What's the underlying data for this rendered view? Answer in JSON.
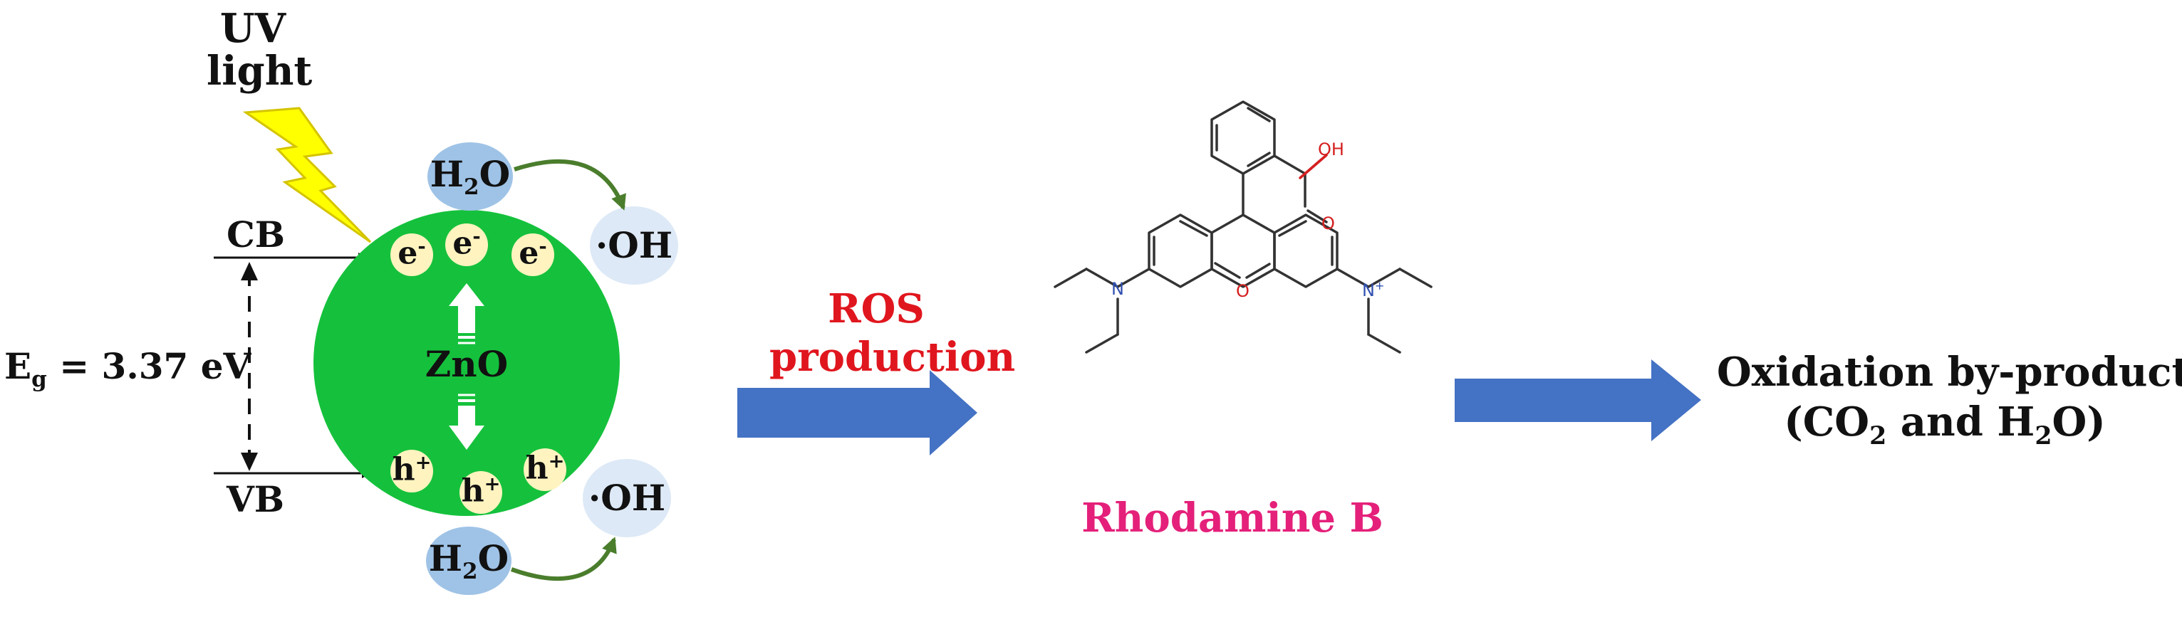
{
  "uv": {
    "line1": "UV",
    "line2": "light"
  },
  "bands": {
    "cb": "CB",
    "vb": "VB"
  },
  "gap": {
    "sym": "E",
    "sub": "g",
    "value": "= 3.37 eV"
  },
  "particle": {
    "label": "ZnO"
  },
  "electron": {
    "base": "e",
    "charge": "-"
  },
  "hole": {
    "base": "h",
    "charge": "+"
  },
  "water": {
    "a": "H",
    "two": "2",
    "b": "O"
  },
  "radical": "·OH",
  "ros": {
    "line1": "ROS",
    "line2": "production"
  },
  "molecule": {
    "name": "Rhodamine B",
    "oh": "OH",
    "o": "O",
    "n": "N",
    "nplus": "+"
  },
  "products": {
    "line1": "Oxidation by-products",
    "line2_a": "(CO",
    "two": "2",
    "line2_b": " and H",
    "line2_c": "O)"
  },
  "colors": {
    "particle": "#15c13c",
    "water": "#9fc3e6",
    "radical": "#dde9f6",
    "carrier": "#fff4c0",
    "arrow": "#4472c4",
    "uv": "#ffff00",
    "ros": "#e0161e",
    "dye": "#e4207a",
    "curve": "#4a7d2c"
  }
}
